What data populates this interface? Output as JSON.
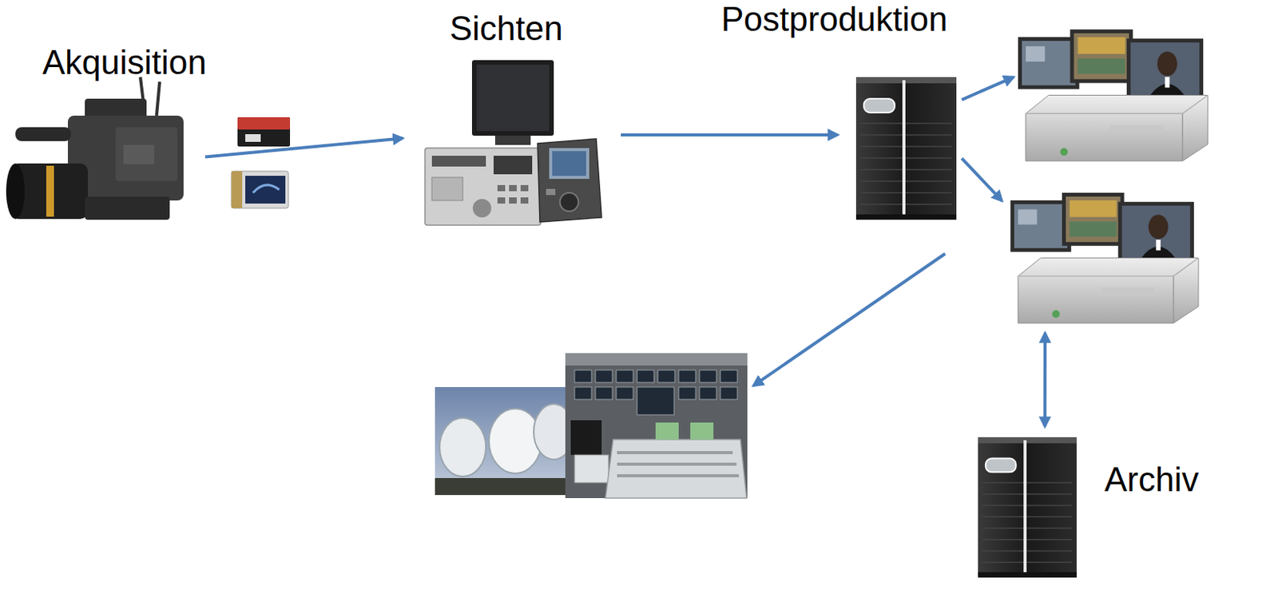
{
  "diagram": {
    "nodes": [
      {
        "text": [
          "Akquisition"
        ]
      },
      {
        "text": [
          "Sichten"
        ]
      },
      {
        "text": [
          "Postproduktion"
        ]
      },
      {
        "text": []
      },
      {
        "text": []
      },
      {
        "text": [
          "Archiv"
        ]
      },
      {
        "text": []
      }
    ],
    "edges": [
      {
        "from": 0,
        "to": 1,
        "arrow": "to"
      },
      {
        "from": 1,
        "to": 2,
        "arrow": "to"
      },
      {
        "from": 2,
        "to": 3,
        "arrow": "to"
      },
      {
        "from": 2,
        "to": 4,
        "arrow": "to"
      },
      {
        "from": 2,
        "to": 6,
        "arrow": "to"
      },
      {
        "from": 4,
        "to": 5,
        "arrow": "both"
      }
    ]
  }
}
